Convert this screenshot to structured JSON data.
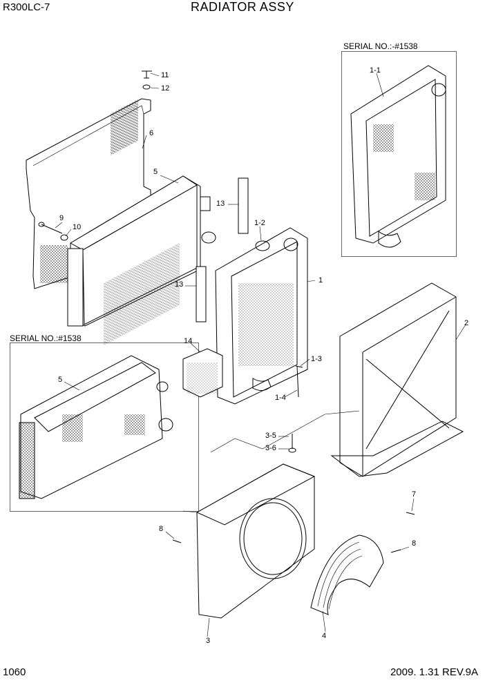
{
  "header": {
    "model": "R300LC-7",
    "title": "RADIATOR ASSY"
  },
  "footer": {
    "page_number": "1060",
    "date_revision": "2009. 1.31  REV.9A"
  },
  "serial_notes": {
    "top_right": "SERIAL NO.:-#1538",
    "left": "SERIAL NO.:#1538"
  },
  "callouts": [
    {
      "id": "c-11",
      "label": "11"
    },
    {
      "id": "c-12",
      "label": "12"
    },
    {
      "id": "c-6",
      "label": "6"
    },
    {
      "id": "c-5a",
      "label": "5"
    },
    {
      "id": "c-13a",
      "label": "13"
    },
    {
      "id": "c-9",
      "label": "9"
    },
    {
      "id": "c-10",
      "label": "10"
    },
    {
      "id": "c-1-2",
      "label": "1-2"
    },
    {
      "id": "c-1",
      "label": "1"
    },
    {
      "id": "c-13b",
      "label": "13"
    },
    {
      "id": "c-1-1",
      "label": "1-1"
    },
    {
      "id": "c-2",
      "label": "2"
    },
    {
      "id": "c-14",
      "label": "14"
    },
    {
      "id": "c-5b",
      "label": "5"
    },
    {
      "id": "c-1-3",
      "label": "1-3"
    },
    {
      "id": "c-1-4",
      "label": "1-4"
    },
    {
      "id": "c-3-5",
      "label": "3-5"
    },
    {
      "id": "c-3-6",
      "label": "3-6"
    },
    {
      "id": "c-7",
      "label": "7"
    },
    {
      "id": "c-8a",
      "label": "8"
    },
    {
      "id": "c-8b",
      "label": "8"
    },
    {
      "id": "c-3",
      "label": "3"
    },
    {
      "id": "c-4",
      "label": "4"
    }
  ]
}
